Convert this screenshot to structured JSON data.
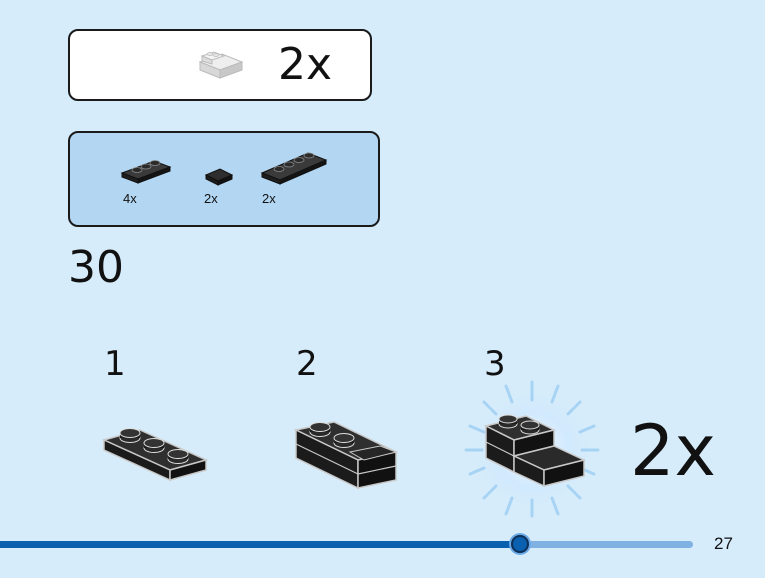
{
  "callout": {
    "quantity": "2x"
  },
  "parts": [
    {
      "label": "4x",
      "icon": "plate-1x3-black"
    },
    {
      "label": "2x",
      "icon": "tile-1x1-black"
    },
    {
      "label": "2x",
      "icon": "plate-1x4-black"
    }
  ],
  "step": {
    "number": "30"
  },
  "sub_steps": [
    {
      "number": "1"
    },
    {
      "number": "2"
    },
    {
      "number": "3"
    }
  ],
  "multiplier": "2x",
  "page": {
    "number": "27",
    "progress": 0.75
  },
  "colors": {
    "background": "#d6ecfa",
    "parts_box": "#b3d7f3",
    "progress": "#0a5fae",
    "progress_track": "#7fb1e3"
  }
}
